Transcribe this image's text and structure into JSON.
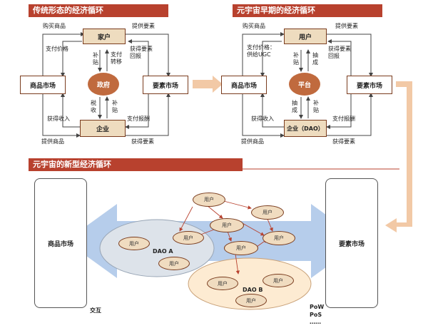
{
  "panel1": {
    "title": "传统形态的经济循环",
    "household": "家户",
    "government": "政府",
    "enterprise": "企业",
    "goods_market": "商品市场",
    "factor_market": "要素市场",
    "buy_goods": "购买商品",
    "provide_factors": "提供要素",
    "pay_price": "支付价格",
    "subsidy_top": "补贴",
    "pay_transfer": "支付转移",
    "factor_return": "获得要素回报",
    "tax": "税收",
    "subsidy_bottom": "补贴",
    "get_income": "获得收入",
    "pay_reward": "支付报酬",
    "provide_goods": "提供商品",
    "get_factors": "获得要素"
  },
  "panel2": {
    "title": "元宇宙早期的经济循环",
    "user": "用户",
    "platform": "平台",
    "enterprise": "企业（DAO）",
    "goods_market": "商品市场",
    "factor_market": "要素市场",
    "buy_goods": "购买商品",
    "provide_factors": "提供要素",
    "pay_price": "支付价格：供给UGC",
    "subsidy_top": "补贴",
    "draw_top": "抽成",
    "factor_return": "获得要素回报",
    "draw_bottom": "抽成",
    "subsidy_bottom": "补贴",
    "get_income": "获得收入",
    "pay_reward": "支付报酬",
    "provide_goods": "提供商品",
    "get_factors": "获得要素"
  },
  "panel3": {
    "title": "元宇宙的新型经济循环",
    "goods_market": "商品市场",
    "factor_market": "要素市场",
    "dao_a": "DAO A",
    "dao_b": "DAO B",
    "user": "用户",
    "interact": "交互",
    "pow": "PoW",
    "pos": "PoS",
    "more": "……"
  },
  "colors": {
    "header": "#b8412e",
    "oval": "#c06a3e",
    "tan": "#eedcbf",
    "arrow_peach": "#f2c9a6",
    "arrow_blue": "#a9c4e8",
    "dao_a": "#dde3ea",
    "dao_b": "#fdebd2"
  }
}
